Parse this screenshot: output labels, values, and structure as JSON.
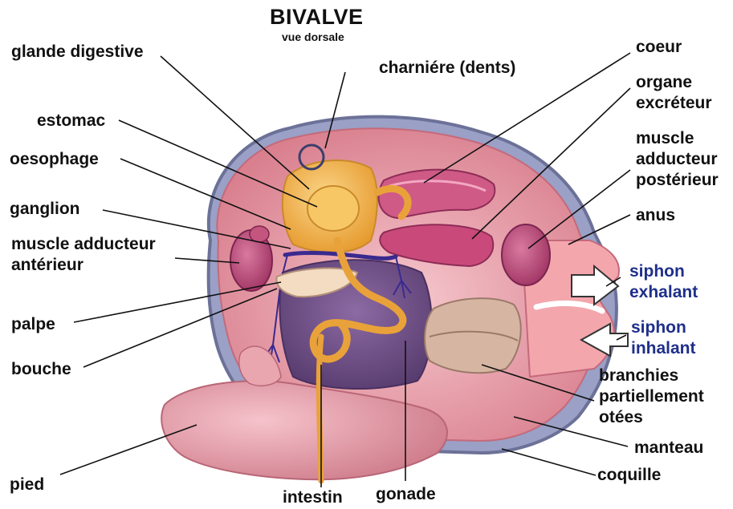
{
  "title": "BIVALVE",
  "subtitle": "vue dorsale",
  "labels": {
    "glande_digestive": "glande digestive",
    "charniere": "charniére (dents)",
    "estomac": "estomac",
    "oesophage": "oesophage",
    "ganglion": "ganglion",
    "muscle_anterieur_1": "muscle adducteur",
    "muscle_anterieur_2": "antérieur",
    "palpe": "palpe",
    "bouche": "bouche",
    "pied": "pied",
    "intestin": "intestin",
    "gonade": "gonade",
    "coeur": "coeur",
    "organe_1": "organe",
    "organe_2": "excréteur",
    "muscle_post_1": "muscle",
    "muscle_post_2": "adducteur",
    "muscle_post_3": "postérieur",
    "anus": "anus",
    "siphon_exh_1": "siphon",
    "siphon_exh_2": "exhalant",
    "siphon_inh_1": "siphon",
    "siphon_inh_2": "inhalant",
    "branchies_1": "branchies",
    "branchies_2": "partiellement",
    "branchies_3": "otées",
    "manteau": "manteau",
    "coquille": "coquille"
  },
  "colors": {
    "label_text": "#111111",
    "siphon_text": "#1f2f8a",
    "shell": "#8a8fb4",
    "mantle": "#e9a6ae",
    "digestive_gland": "#f2b54a",
    "gonad": "#6f4f86",
    "intestine": "#e9a23a",
    "muscle": "#b74a78",
    "foot": "#e59aa7"
  }
}
